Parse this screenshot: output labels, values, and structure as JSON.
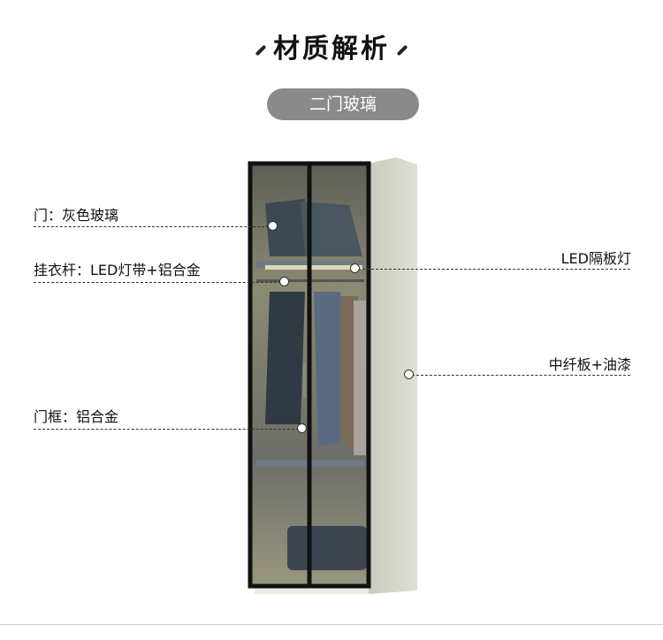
{
  "header": {
    "title": "材质解析",
    "variant": "二门玻璃"
  },
  "callouts": {
    "door": "门：灰色玻璃",
    "rail": "挂衣杆：LED灯带+铝合金",
    "frame": "门框：铝合金",
    "shelf_light": "LED隔板灯",
    "body": "中纤板+油漆"
  }
}
